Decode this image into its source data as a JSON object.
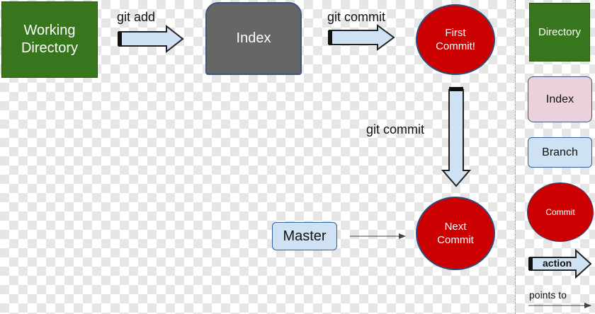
{
  "nodes": {
    "working_directory": "Working\nDirectory",
    "index": "Index",
    "first_commit": "First\nCommit!",
    "next_commit": "Next\nCommit",
    "master": "Master"
  },
  "edges": {
    "git_add": "git add",
    "git_commit_top": "git commit",
    "git_commit_side": "git commit"
  },
  "legend": {
    "directory": "Directory",
    "index": "Index",
    "branch": "Branch",
    "commit": "Commit",
    "action": "action",
    "points_to": "points to"
  },
  "colors": {
    "directory_green": "#38761d",
    "index_gray": "#666666",
    "commit_red": "#cc0000",
    "branch_blue": "#cfe2f3",
    "legend_index_pink": "#ead1dc"
  }
}
